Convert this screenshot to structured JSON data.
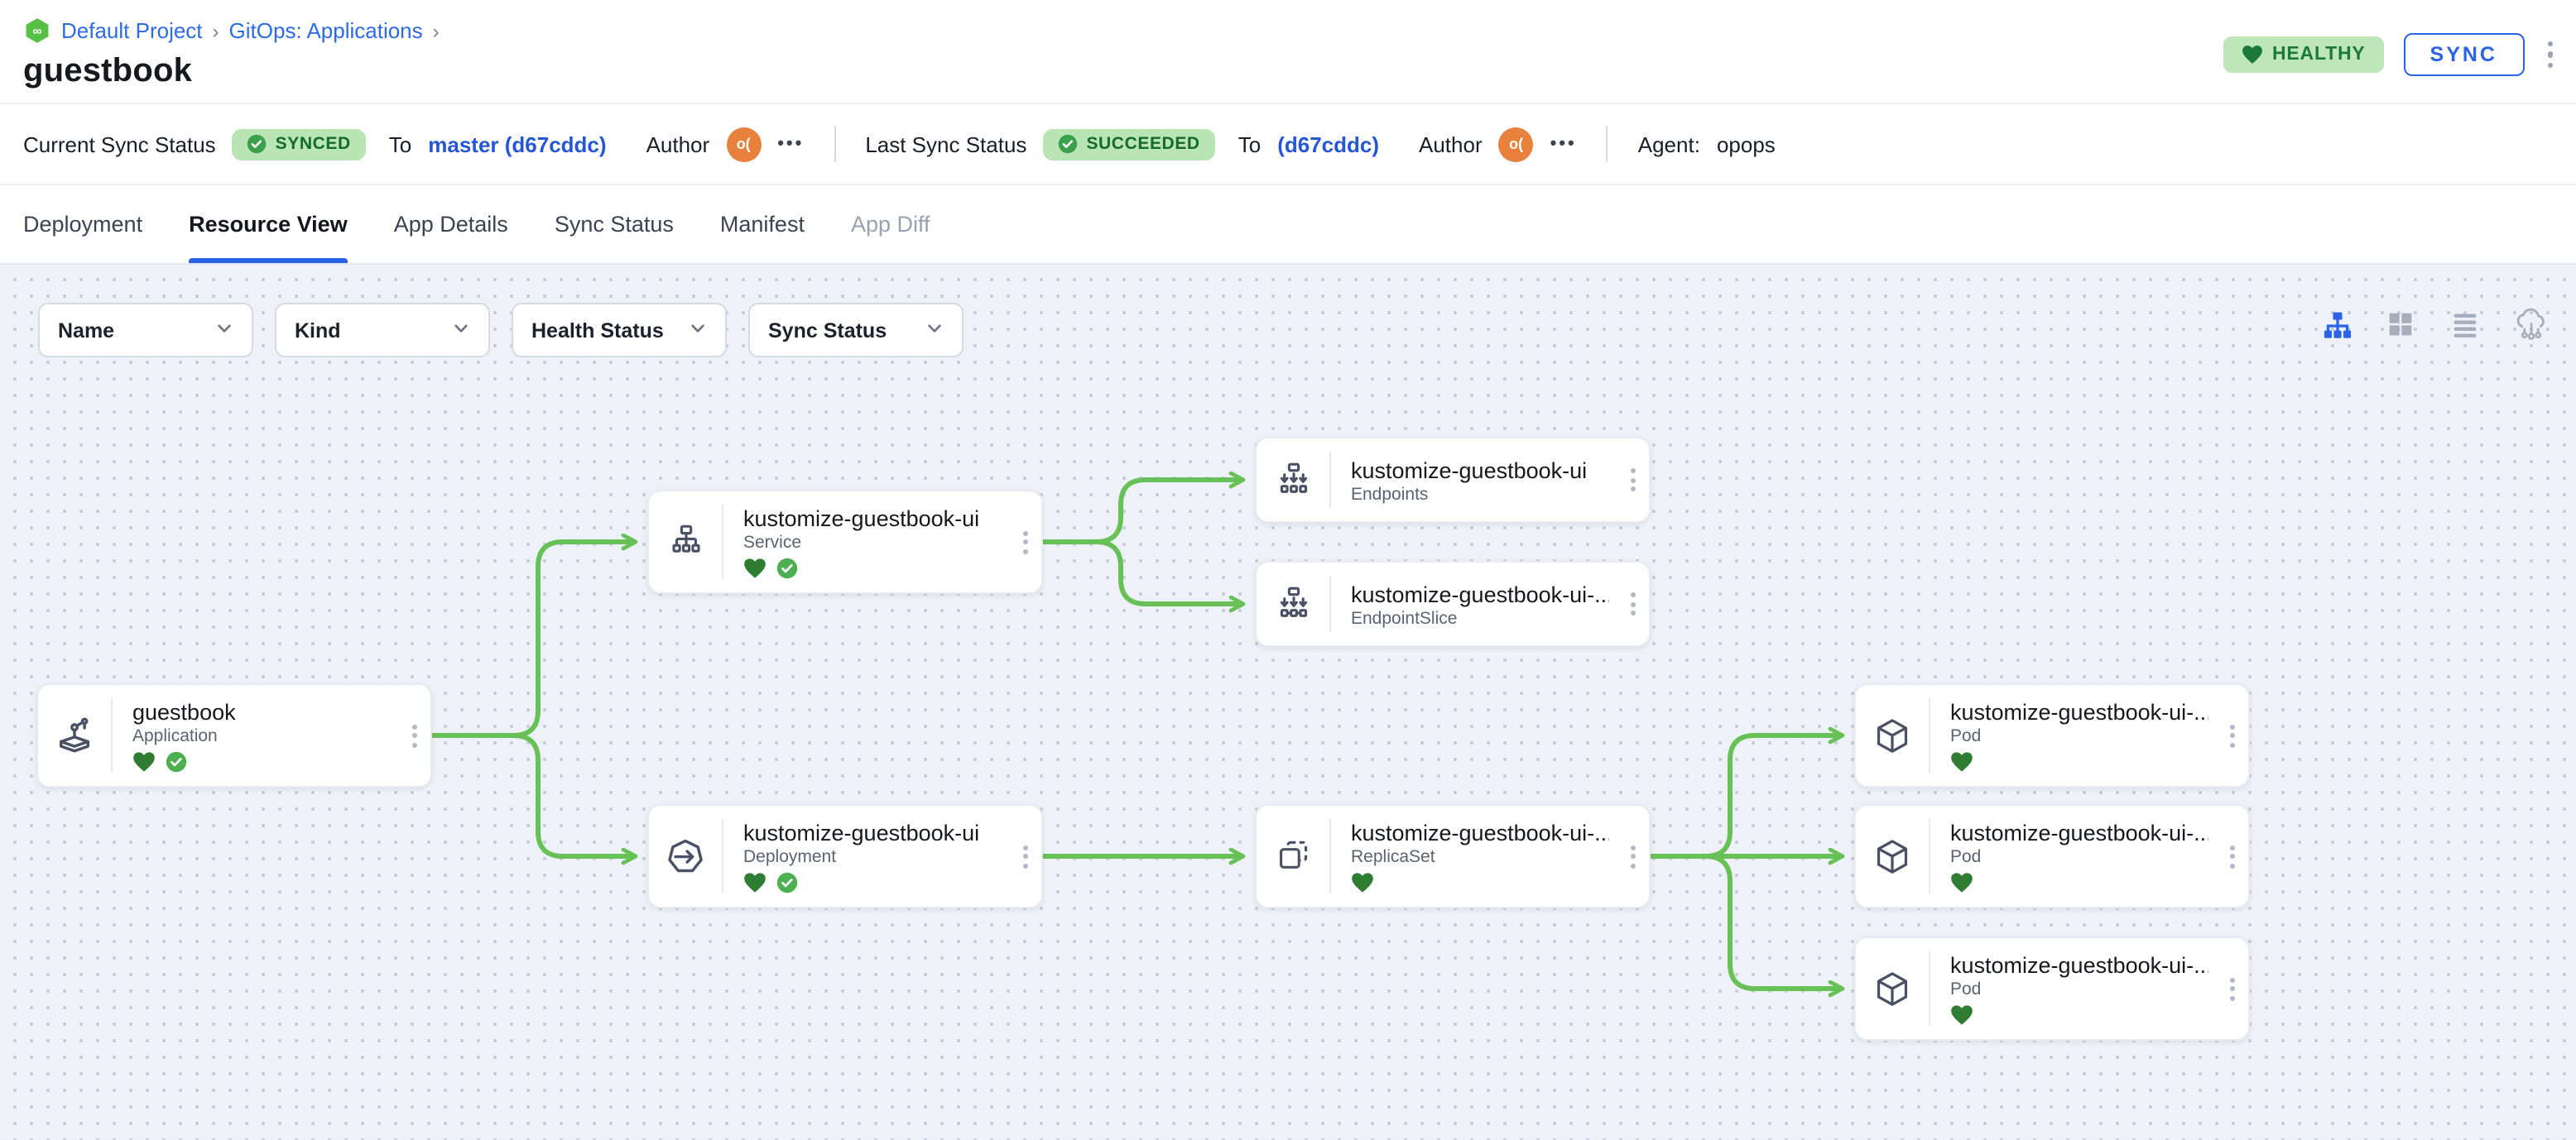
{
  "breadcrumb": {
    "separator": "›",
    "items": [
      "Default Project",
      "GitOps: Applications"
    ]
  },
  "page": {
    "title": "guestbook"
  },
  "header": {
    "health_badge": "HEALTHY",
    "sync_button": "SYNC"
  },
  "status_bar": {
    "current": {
      "label": "Current Sync Status",
      "badge": "SYNCED",
      "to": "To",
      "commit": "master (d67cddc)",
      "author": "Author",
      "initials": "o(",
      "more": "•••"
    },
    "last": {
      "label": "Last Sync Status",
      "badge": "SUCCEEDED",
      "to": "To",
      "commit": "(d67cddc)",
      "author": "Author",
      "initials": "o(",
      "more": "•••"
    },
    "agent_label": "Agent:",
    "agent_value": "opops"
  },
  "tabs": [
    {
      "label": "Deployment"
    },
    {
      "label": "Resource View",
      "active": true
    },
    {
      "label": "App Details"
    },
    {
      "label": "Sync Status"
    },
    {
      "label": "Manifest"
    },
    {
      "label": "App Diff",
      "disabled": true
    }
  ],
  "filters": [
    {
      "label": "Name"
    },
    {
      "label": "Kind"
    },
    {
      "label": "Health Status"
    },
    {
      "label": "Sync Status"
    }
  ],
  "view_toggles": [
    "tree-view",
    "grid-view",
    "list-view",
    "cluster-view"
  ],
  "graph": {
    "nodes": [
      {
        "id": "app",
        "title": "guestbook",
        "kind": "Application",
        "icon": "application",
        "healthy": true,
        "synced": true
      },
      {
        "id": "svc",
        "title": "kustomize-guestbook-ui",
        "kind": "Service",
        "icon": "service",
        "healthy": true,
        "synced": true
      },
      {
        "id": "ep",
        "title": "kustomize-guestbook-ui",
        "kind": "Endpoints",
        "icon": "endpoints"
      },
      {
        "id": "eps",
        "title": "kustomize-guestbook-ui-...",
        "kind": "EndpointSlice",
        "icon": "endpointslice"
      },
      {
        "id": "dep",
        "title": "kustomize-guestbook-ui",
        "kind": "Deployment",
        "icon": "deployment",
        "healthy": true,
        "synced": true
      },
      {
        "id": "rs",
        "title": "kustomize-guestbook-ui-...",
        "kind": "ReplicaSet",
        "icon": "replicaset",
        "healthy": true
      },
      {
        "id": "pod1",
        "title": "kustomize-guestbook-ui-...",
        "kind": "Pod",
        "icon": "pod",
        "healthy": true
      },
      {
        "id": "pod2",
        "title": "kustomize-guestbook-ui-...",
        "kind": "Pod",
        "icon": "pod",
        "healthy": true
      },
      {
        "id": "pod3",
        "title": "kustomize-guestbook-ui-...",
        "kind": "Pod",
        "icon": "pod",
        "healthy": true
      }
    ],
    "edges": [
      [
        "app",
        "svc"
      ],
      [
        "app",
        "dep"
      ],
      [
        "svc",
        "ep"
      ],
      [
        "svc",
        "eps"
      ],
      [
        "dep",
        "rs"
      ],
      [
        "rs",
        "pod1"
      ],
      [
        "rs",
        "pod2"
      ],
      [
        "rs",
        "pod3"
      ]
    ]
  },
  "colors": {
    "accent_blue": "#2a63e6",
    "badge_green_bg": "#bce5b8",
    "badge_green_text": "#1a7431",
    "edge_green": "#68c156",
    "heart_green": "#2e7d32",
    "check_green": "#4caf50",
    "avatar_orange": "#e8813c"
  }
}
